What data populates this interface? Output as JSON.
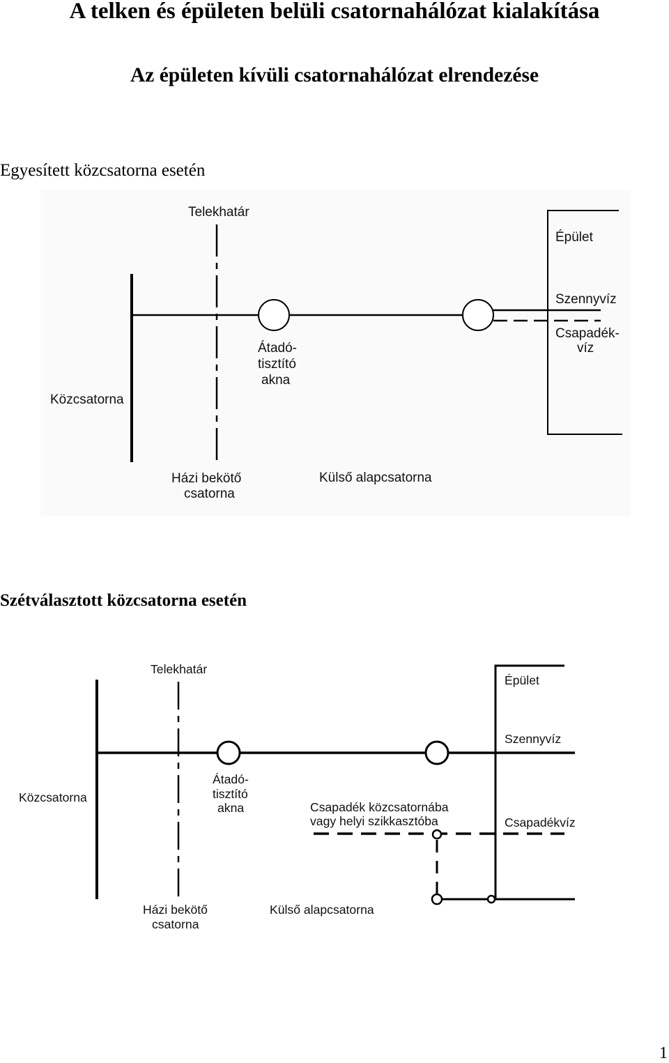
{
  "document": {
    "title": "A telken és épületen belüli csatornahálózat kialakítása",
    "subtitle": "Az épületen kívüli csatornahálózat elrendezése",
    "page_number": "1"
  },
  "combined_section": {
    "heading": "Egyesített közcsatorna esetén",
    "diagram": {
      "property_line": "Telekhatár",
      "building": "Épület",
      "sewage": "Szennyvíz",
      "rainwater_lines": [
        "Csapadék-",
        "víz"
      ],
      "manhole_lines": [
        "Átadó-",
        "tisztító",
        "akna"
      ],
      "public_sewer": "Közcsatorna",
      "house_connection_lines": [
        "Házi bekötő",
        "csatorna"
      ],
      "external_drain": "Külső alapcsatorna"
    }
  },
  "separate_section": {
    "heading": "Szétválasztott közcsatorna esetén",
    "diagram": {
      "property_line": "Telekhatár",
      "building": "Épület",
      "sewage": "Szennyvíz",
      "rainwater": "Csapadékvíz",
      "manhole_lines": [
        "Átadó-",
        "tisztító",
        "akna"
      ],
      "public_sewer": "Közcsatorna",
      "rainwater_destination_lines": [
        "Csapadék közcsatornába",
        "vagy helyi szikkasztóba"
      ],
      "house_connection_lines": [
        "Házi bekötő",
        "csatorna"
      ],
      "external_drain": "Külső alapcsatorna"
    }
  }
}
